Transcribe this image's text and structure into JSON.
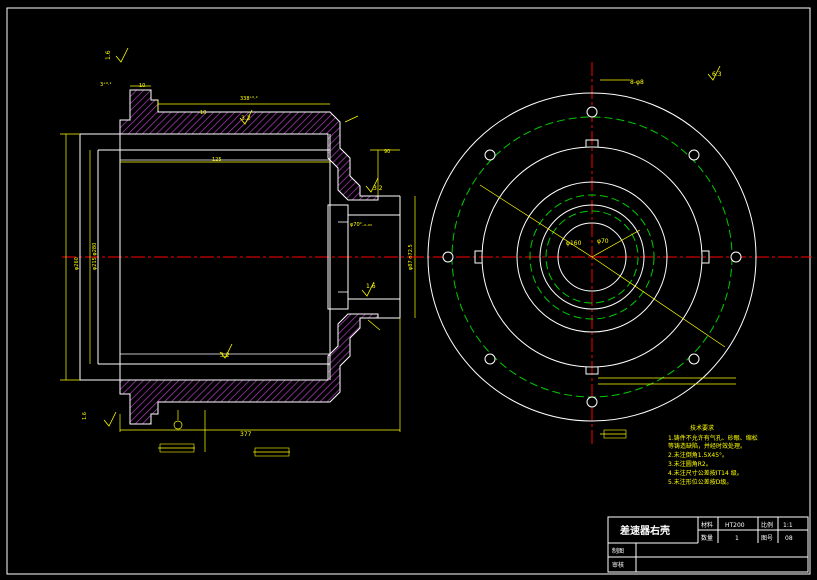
{
  "colors": {
    "background": "#000000",
    "outline": "#ffffff",
    "dimension": "#ffff00",
    "centerline": "#ff0000",
    "hidden_circle": "#00cc00",
    "hatch": "#b040c0"
  },
  "dimensions": {
    "overall_length": "377",
    "roughness_sections": "3.2",
    "roughness_flange": "1.6",
    "roughness_general": "6.3"
  },
  "tech_requirements": {
    "title": "技术要求",
    "items": [
      "1.铸件不允许有气孔、砂眼、缩松",
      "等铸造缺陷，并经时效处理。",
      "2.未注倒角1.5X45°。",
      "3.未注圆角R2。",
      "4.未注尺寸公差按IT14 级。",
      "5.未注形位公差按D级。"
    ]
  },
  "title_block": {
    "part_name": "差速器右壳",
    "material_label": "材料",
    "material": "HT200",
    "scale_label": "比例",
    "scale": "1:1",
    "qty_label": "数量",
    "qty": "1",
    "sheet_label": "图号",
    "sheet": "08",
    "drawn_label": "制图",
    "checked_label": "审核"
  }
}
